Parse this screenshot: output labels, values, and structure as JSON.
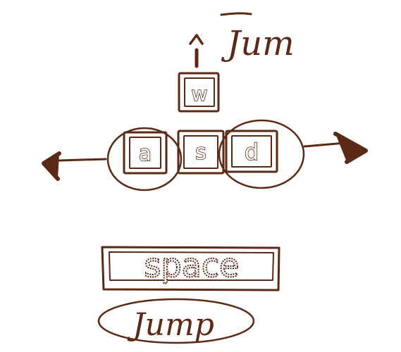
{
  "keys": {
    "up": "w",
    "left": "a",
    "down": "s",
    "right": "d",
    "space": "space"
  },
  "labels": {
    "jump_top": "Jum",
    "jump_bottom": "Jump"
  },
  "colors": {
    "ink": "#5a2a17",
    "background": "#ffffff"
  }
}
